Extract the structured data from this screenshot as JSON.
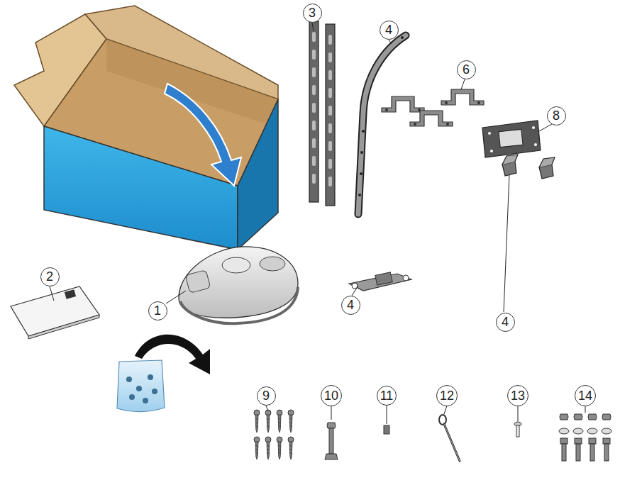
{
  "diagram": {
    "nodes": [
      {
        "text": [
          "3"
        ]
      },
      {
        "text": [
          "4"
        ]
      },
      {
        "text": [
          "6"
        ]
      },
      {
        "text": [
          "8"
        ]
      },
      {
        "text": [
          "2"
        ]
      },
      {
        "text": [
          "4"
        ]
      },
      {
        "text": [
          "1"
        ]
      },
      {
        "text": [
          "4"
        ]
      },
      {
        "text": [
          "9"
        ]
      },
      {
        "text": [
          "10"
        ]
      },
      {
        "text": [
          "11"
        ]
      },
      {
        "text": [
          "12"
        ]
      },
      {
        "text": [
          "13"
        ]
      },
      {
        "text": [
          "14"
        ]
      }
    ]
  }
}
